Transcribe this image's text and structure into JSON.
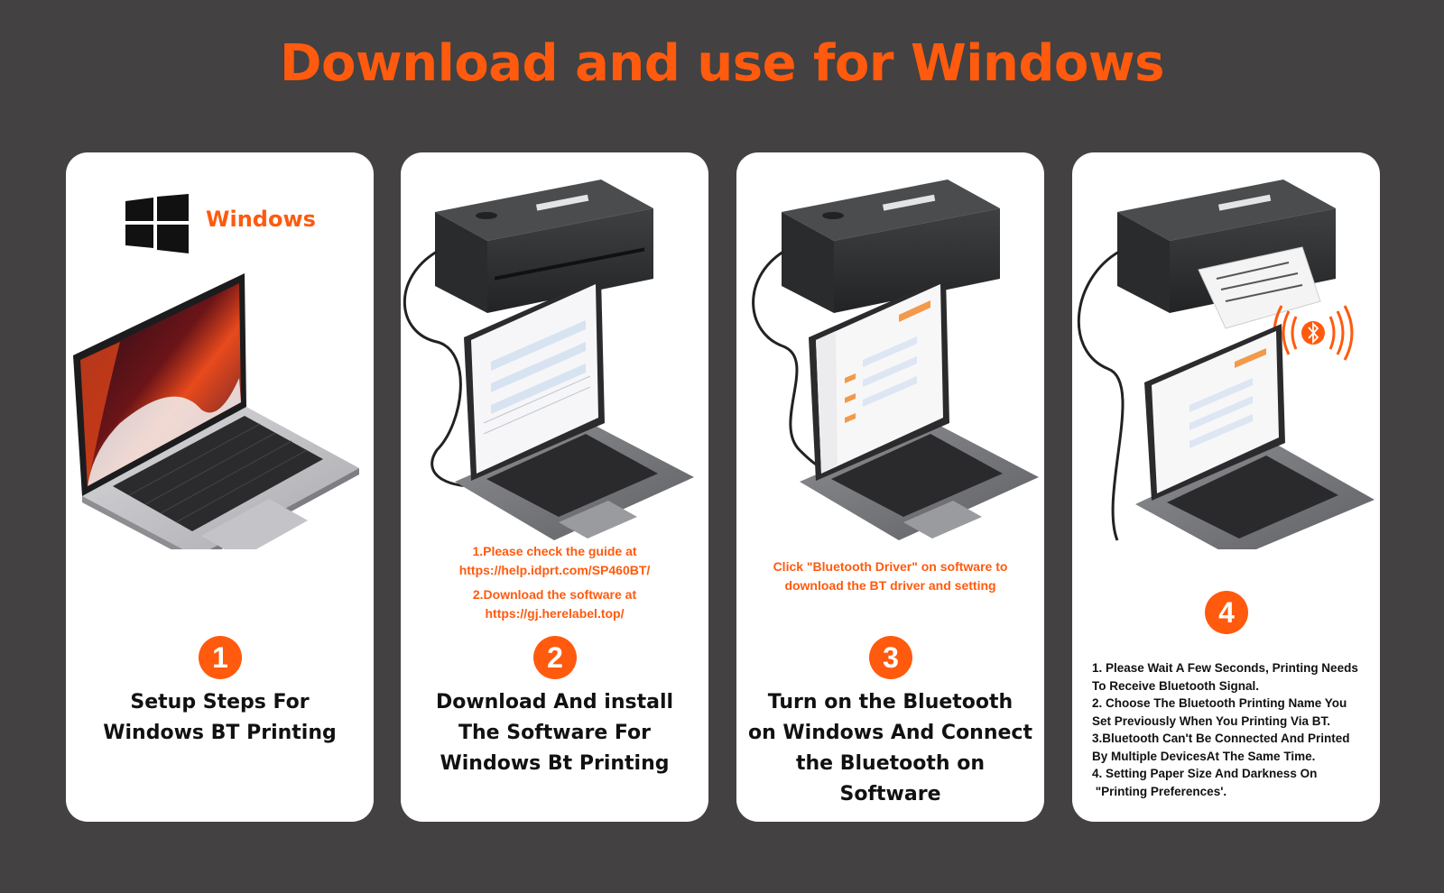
{
  "title": "Download and use for Windows",
  "colors": {
    "background": "#434141",
    "accent": "#ff5a0e",
    "card": "#ffffff",
    "text": "#111111"
  },
  "cards": [
    {
      "step": "1",
      "brand_label": "Windows",
      "brand_icon": "windows-logo-icon",
      "illustration": "laptop-icon",
      "title_lines": [
        "Setup Steps For",
        "Windows BT Printing"
      ]
    },
    {
      "step": "2",
      "illustration": "printer-cable-laptop-icon",
      "note_lines": [
        "1.Please check the guide at",
        "https://help.idprt.com/SP460BT/",
        "2.Download the software at",
        "https://gj.herelabel.top/"
      ],
      "title_lines": [
        "Download And install",
        "The Software For",
        "Windows Bt Printing"
      ]
    },
    {
      "step": "3",
      "illustration": "printer-cable-laptop-icon",
      "note_lines": [
        "Click \"Bluetooth Driver\" on software to",
        "download the BT driver and setting"
      ],
      "title_lines": [
        "Turn on the Bluetooth",
        "on Windows And Connect",
        "the Bluetooth on Software"
      ]
    },
    {
      "step": "4",
      "illustration": "printer-bluetooth-laptop-icon",
      "instruction_lines": [
        "1. Please Wait A Few Seconds, Printing Needs",
        "To Receive Bluetooth Signal.",
        "2. Choose The Bluetooth Printing Name You",
        "Set Previously When You Printing Via BT.",
        "3.Bluetooth Can't Be Connected And Printed",
        "By Multiple DevicesAt The Same Time.",
        "4. Setting Paper Size And Darkness On",
        " \"Printing Preferences'."
      ]
    }
  ]
}
